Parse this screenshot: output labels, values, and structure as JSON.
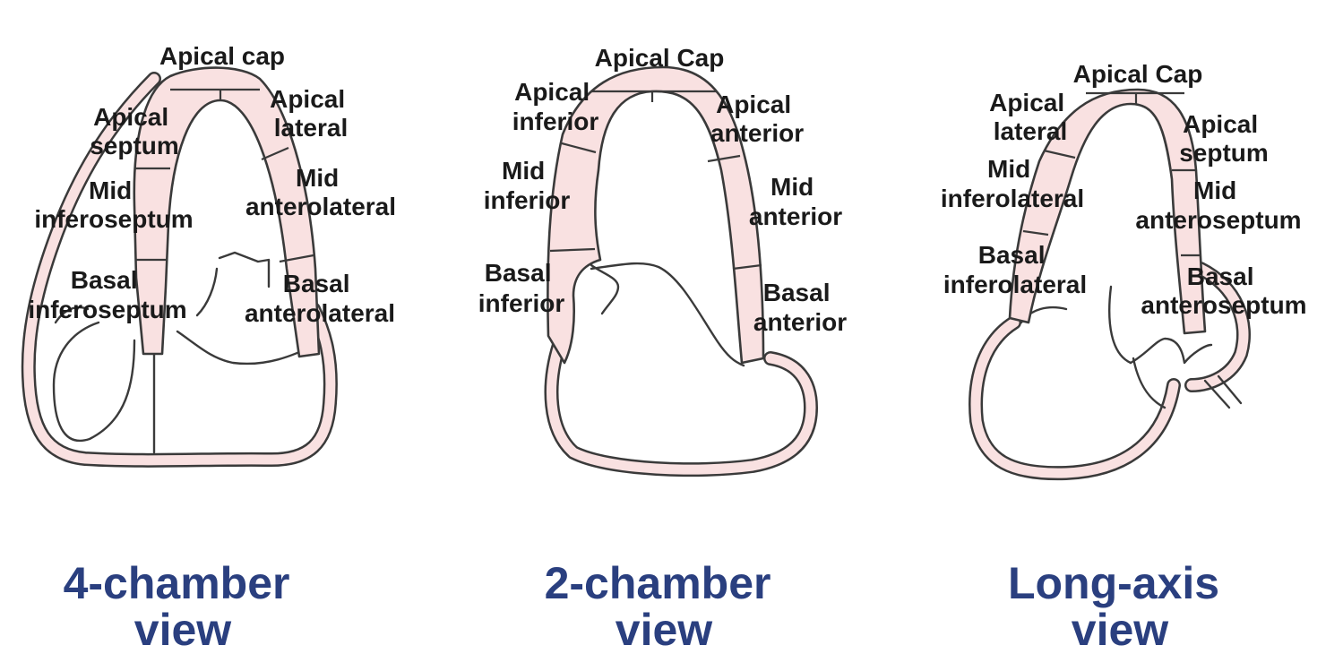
{
  "colors": {
    "title": "#2a3f7f",
    "myocardium": "#f9e1e1",
    "outline": "#3a3a3a",
    "label": "#1a1a1a"
  },
  "views": [
    {
      "title_line1": "4-chamber",
      "title_line2": "view",
      "segments": [
        {
          "lines": [
            "Apical cap"
          ]
        },
        {
          "lines": [
            "Apical",
            "septum"
          ]
        },
        {
          "lines": [
            "Apical",
            "lateral"
          ]
        },
        {
          "lines": [
            "Mid",
            "inferoseptum"
          ]
        },
        {
          "lines": [
            "Mid",
            "anterolateral"
          ]
        },
        {
          "lines": [
            "Basal",
            "inferoseptum"
          ]
        },
        {
          "lines": [
            "Basal",
            "anterolateral"
          ]
        }
      ]
    },
    {
      "title_line1": "2-chamber",
      "title_line2": "view",
      "segments": [
        {
          "lines": [
            "Apical Cap"
          ]
        },
        {
          "lines": [
            "Apical",
            "inferior"
          ]
        },
        {
          "lines": [
            "Apical",
            "anterior"
          ]
        },
        {
          "lines": [
            "Mid",
            "inferior"
          ]
        },
        {
          "lines": [
            "Mid",
            "anterior"
          ]
        },
        {
          "lines": [
            "Basal",
            "inferior"
          ]
        },
        {
          "lines": [
            "Basal",
            "anterior"
          ]
        }
      ]
    },
    {
      "title_line1": "Long-axis",
      "title_line2": "view",
      "segments": [
        {
          "lines": [
            "Apical Cap"
          ]
        },
        {
          "lines": [
            "Apical",
            "lateral"
          ]
        },
        {
          "lines": [
            "Apical",
            "septum"
          ]
        },
        {
          "lines": [
            "Mid",
            "inferolateral"
          ]
        },
        {
          "lines": [
            "Mid",
            "anteroseptum"
          ]
        },
        {
          "lines": [
            "Basal",
            "inferolateral"
          ]
        },
        {
          "lines": [
            "Basal",
            "anteroseptum"
          ]
        }
      ]
    }
  ]
}
